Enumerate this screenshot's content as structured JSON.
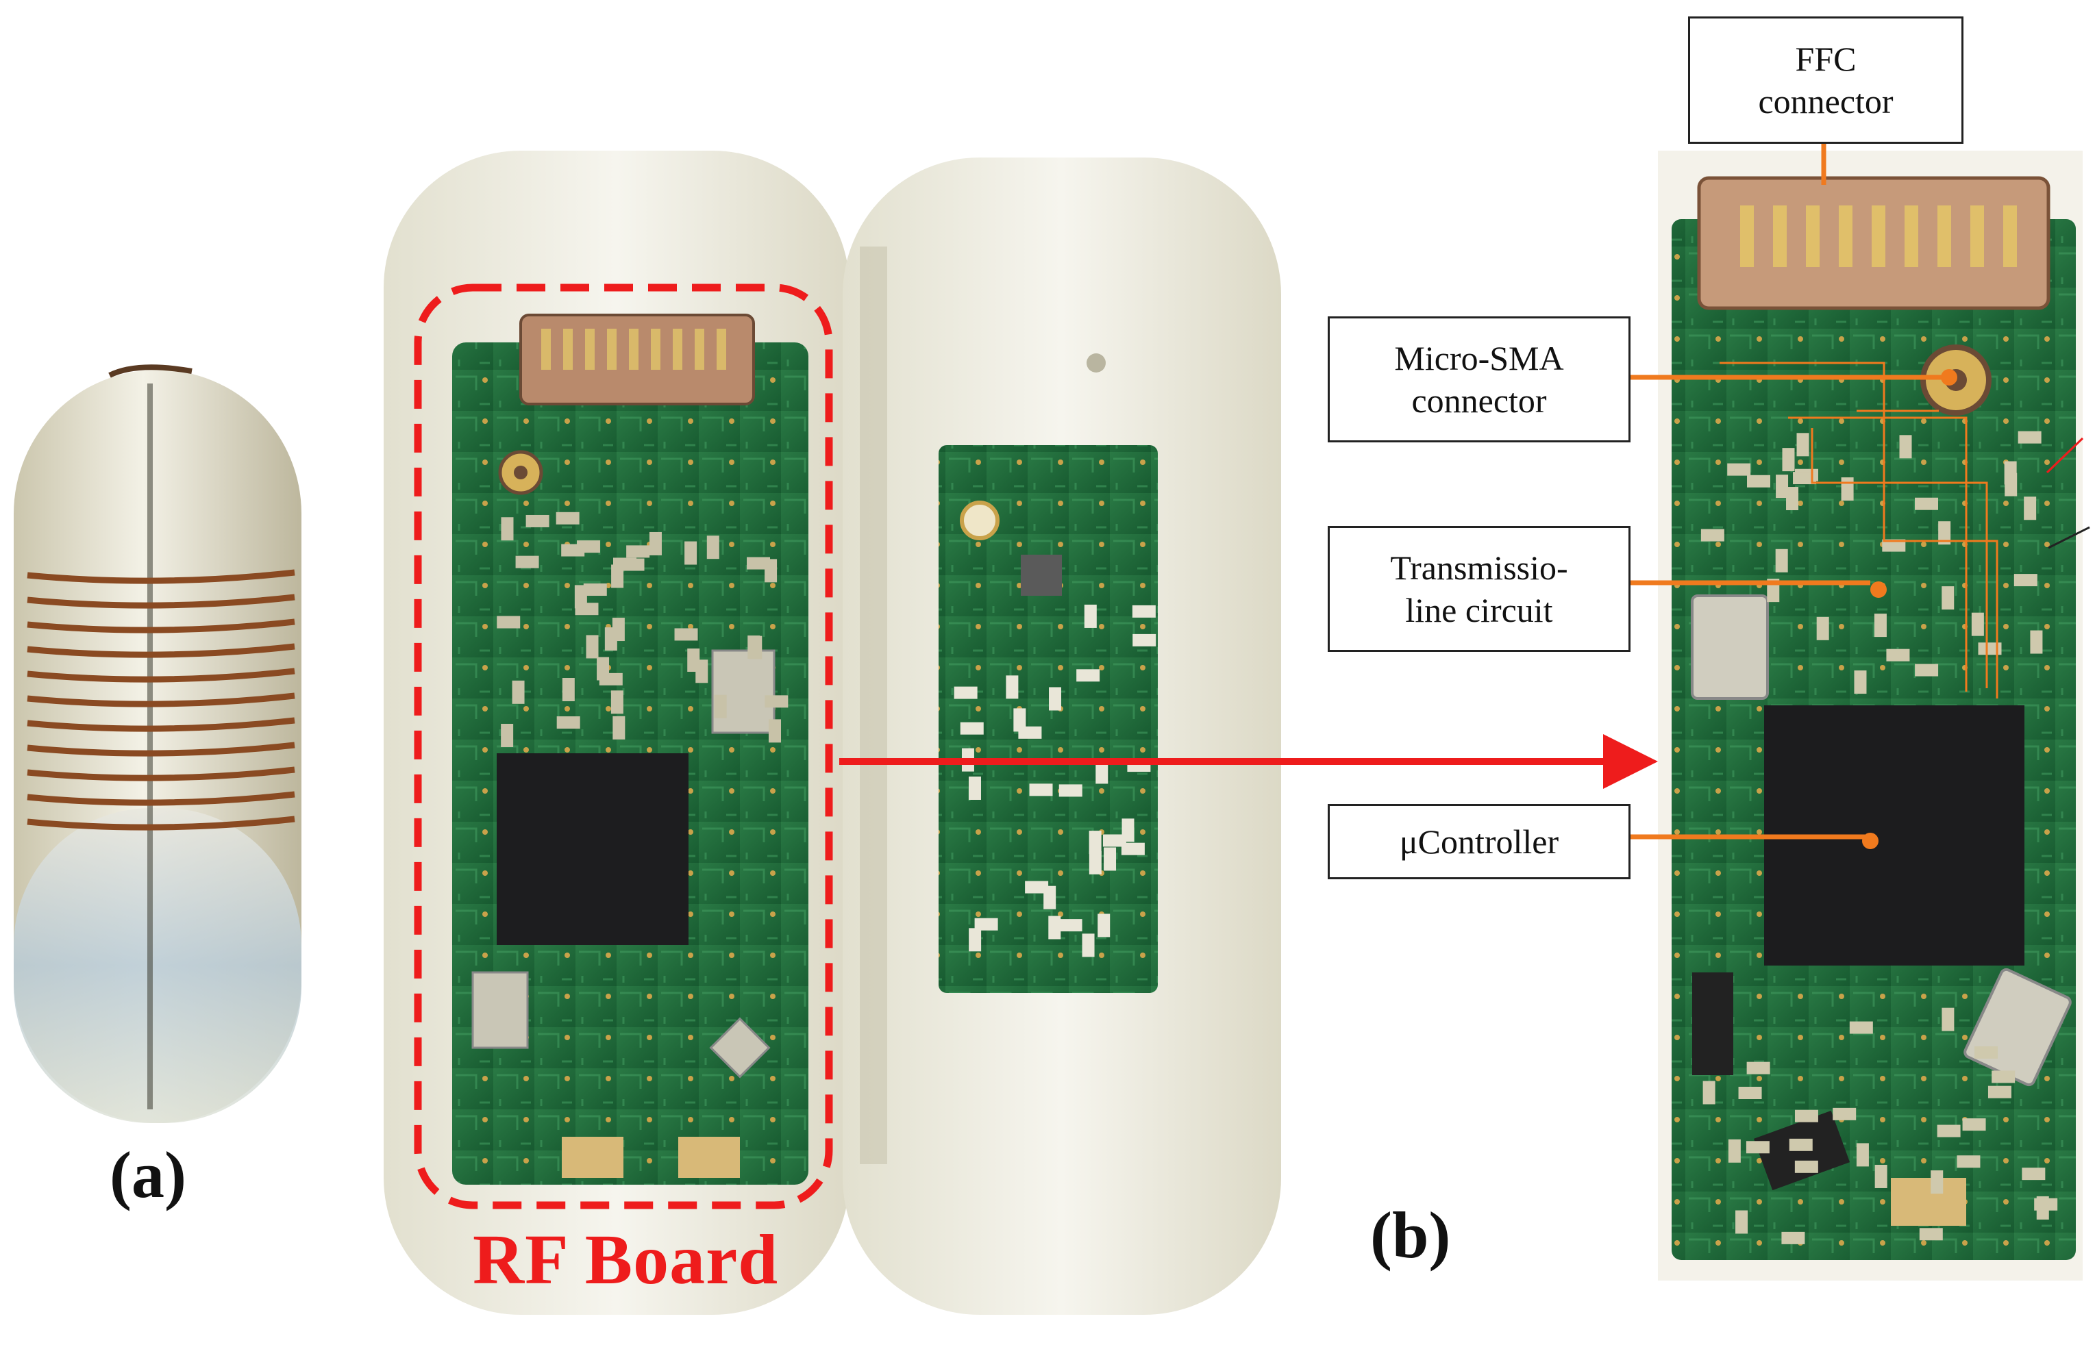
{
  "panels": {
    "a_label": "(a)",
    "b_label": "(b)"
  },
  "rf_board_label": "RF Board",
  "callouts": [
    {
      "id": "ffc",
      "text": "FFC\nconnector"
    },
    {
      "id": "micro-sma",
      "text": "Micro-SMA\nconnector"
    },
    {
      "id": "transmission-line",
      "text": "Transmissio-\nline circuit"
    },
    {
      "id": "microcontroller",
      "text": "μController"
    }
  ],
  "colors": {
    "highlight_red": "#ee1c1c",
    "leader_orange": "#f07a1e",
    "pcb_green": "#1f6b3a",
    "capsule_white": "#ece9d8",
    "copper_coil": "#8a4a22"
  }
}
